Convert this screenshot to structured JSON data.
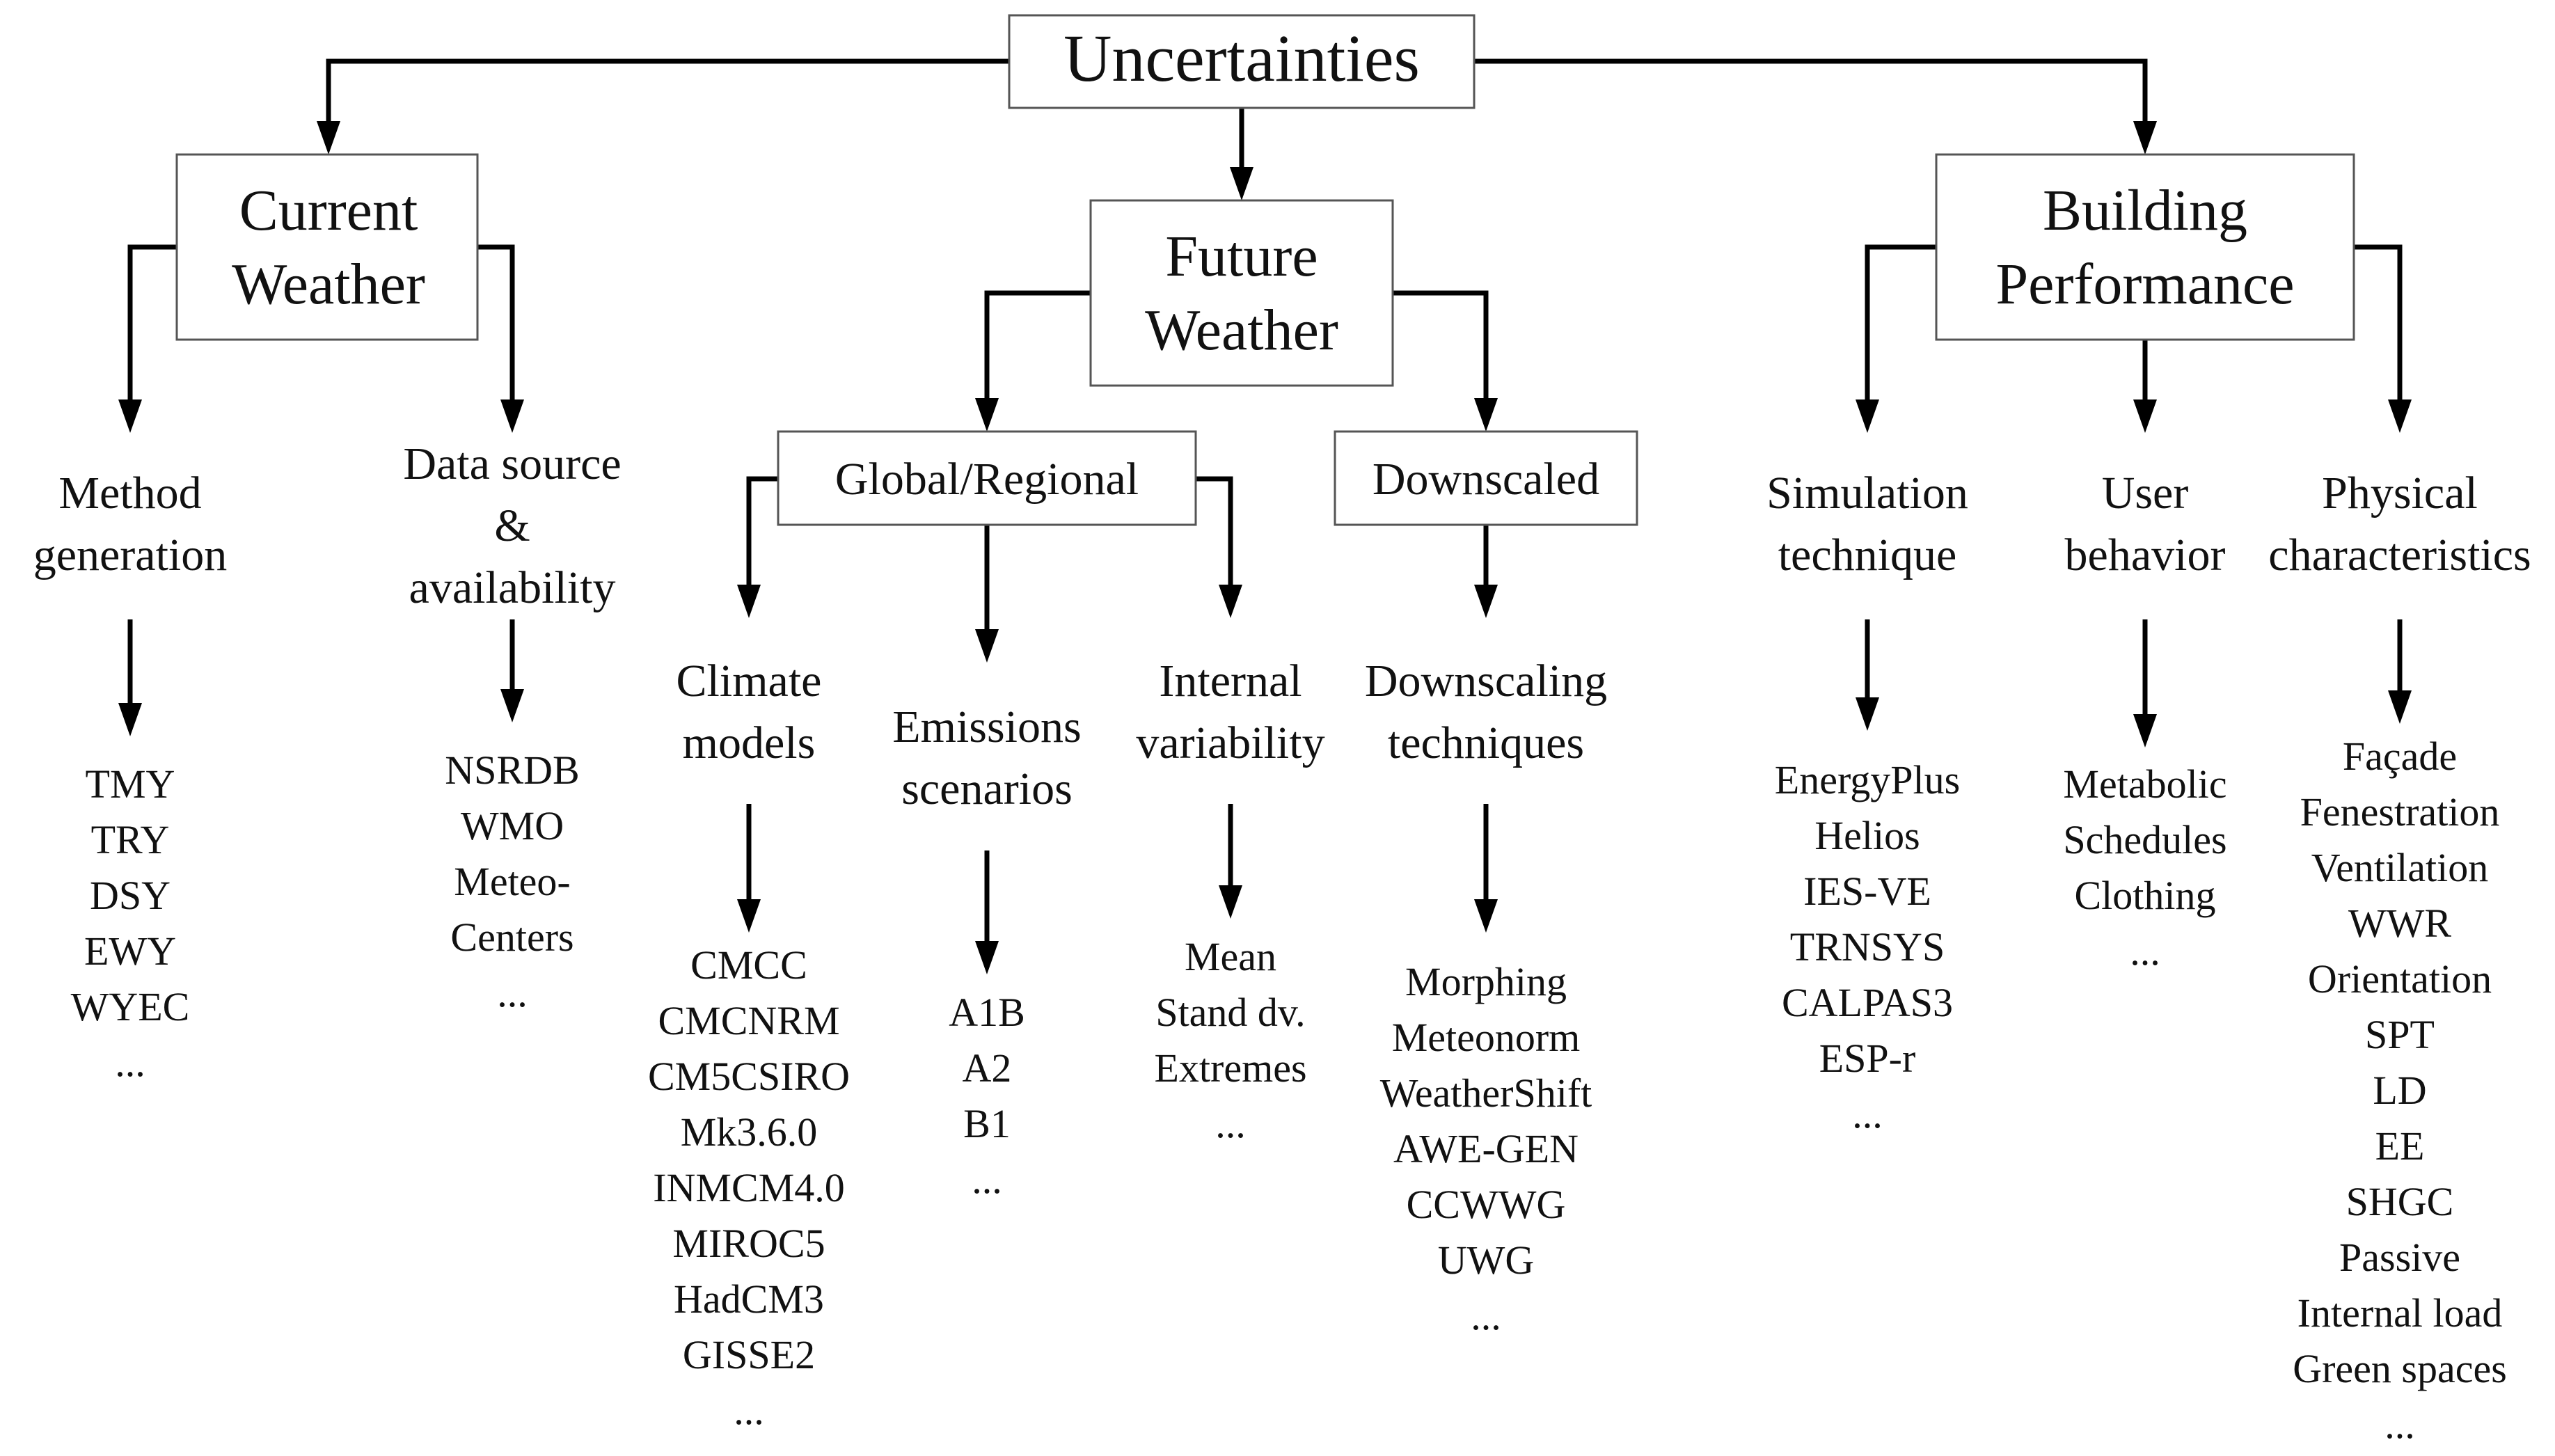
{
  "root": "Uncertainties",
  "current_weather": {
    "title": [
      "Current",
      "Weather"
    ],
    "method": {
      "label": [
        "Method",
        "generation"
      ],
      "items": [
        "TMY",
        "TRY",
        "DSY",
        "EWY",
        "WYEC",
        "..."
      ]
    },
    "data_source": {
      "label": [
        "Data source",
        "&",
        "availability"
      ],
      "items": [
        "NSRDB",
        "WMO",
        "Meteo-",
        "Centers",
        "..."
      ]
    }
  },
  "future_weather": {
    "title": [
      "Future",
      "Weather"
    ],
    "global_regional": {
      "title": "Global/Regional",
      "climate_models": {
        "label": [
          "Climate",
          "models"
        ],
        "items": [
          "CMCC",
          "CMCNRM",
          "CM5CSIRO",
          "Mk3.6.0",
          "INMCM4.0",
          "MIROC5",
          "HadCM3",
          "GISSE2",
          "..."
        ]
      },
      "emissions": {
        "label": [
          "Emissions",
          "scenarios"
        ],
        "items": [
          "A1B",
          "A2",
          "B1",
          "..."
        ]
      },
      "internal_variability": {
        "label": [
          "Internal",
          "variability"
        ],
        "items": [
          "Mean",
          "Stand dv.",
          "Extremes",
          "..."
        ]
      }
    },
    "downscaled": {
      "title": "Downscaled",
      "techniques": {
        "label": [
          "Downscaling",
          "techniques"
        ],
        "items": [
          "Morphing",
          "Meteonorm",
          "WeatherShift",
          "AWE-GEN",
          "CCWWG",
          "UWG",
          "..."
        ]
      }
    }
  },
  "building_performance": {
    "title": [
      "Building",
      "Performance"
    ],
    "simulation": {
      "label": [
        "Simulation",
        "technique"
      ],
      "items": [
        "EnergyPlus",
        "Helios",
        "IES-VE",
        "TRNSYS",
        "CALPAS3",
        "ESP-r",
        "..."
      ]
    },
    "user_behavior": {
      "label": [
        "User",
        "behavior"
      ],
      "items": [
        "Metabolic",
        "Schedules",
        "Clothing",
        "..."
      ]
    },
    "physical": {
      "label": [
        "Physical",
        "characteristics"
      ],
      "items": [
        "Façade",
        "Fenestration",
        "Ventilation",
        "WWR",
        "Orientation",
        "SPT",
        "LD",
        "EE",
        "SHGC",
        "Passive",
        "Internal load",
        "Green spaces",
        "..."
      ]
    }
  }
}
